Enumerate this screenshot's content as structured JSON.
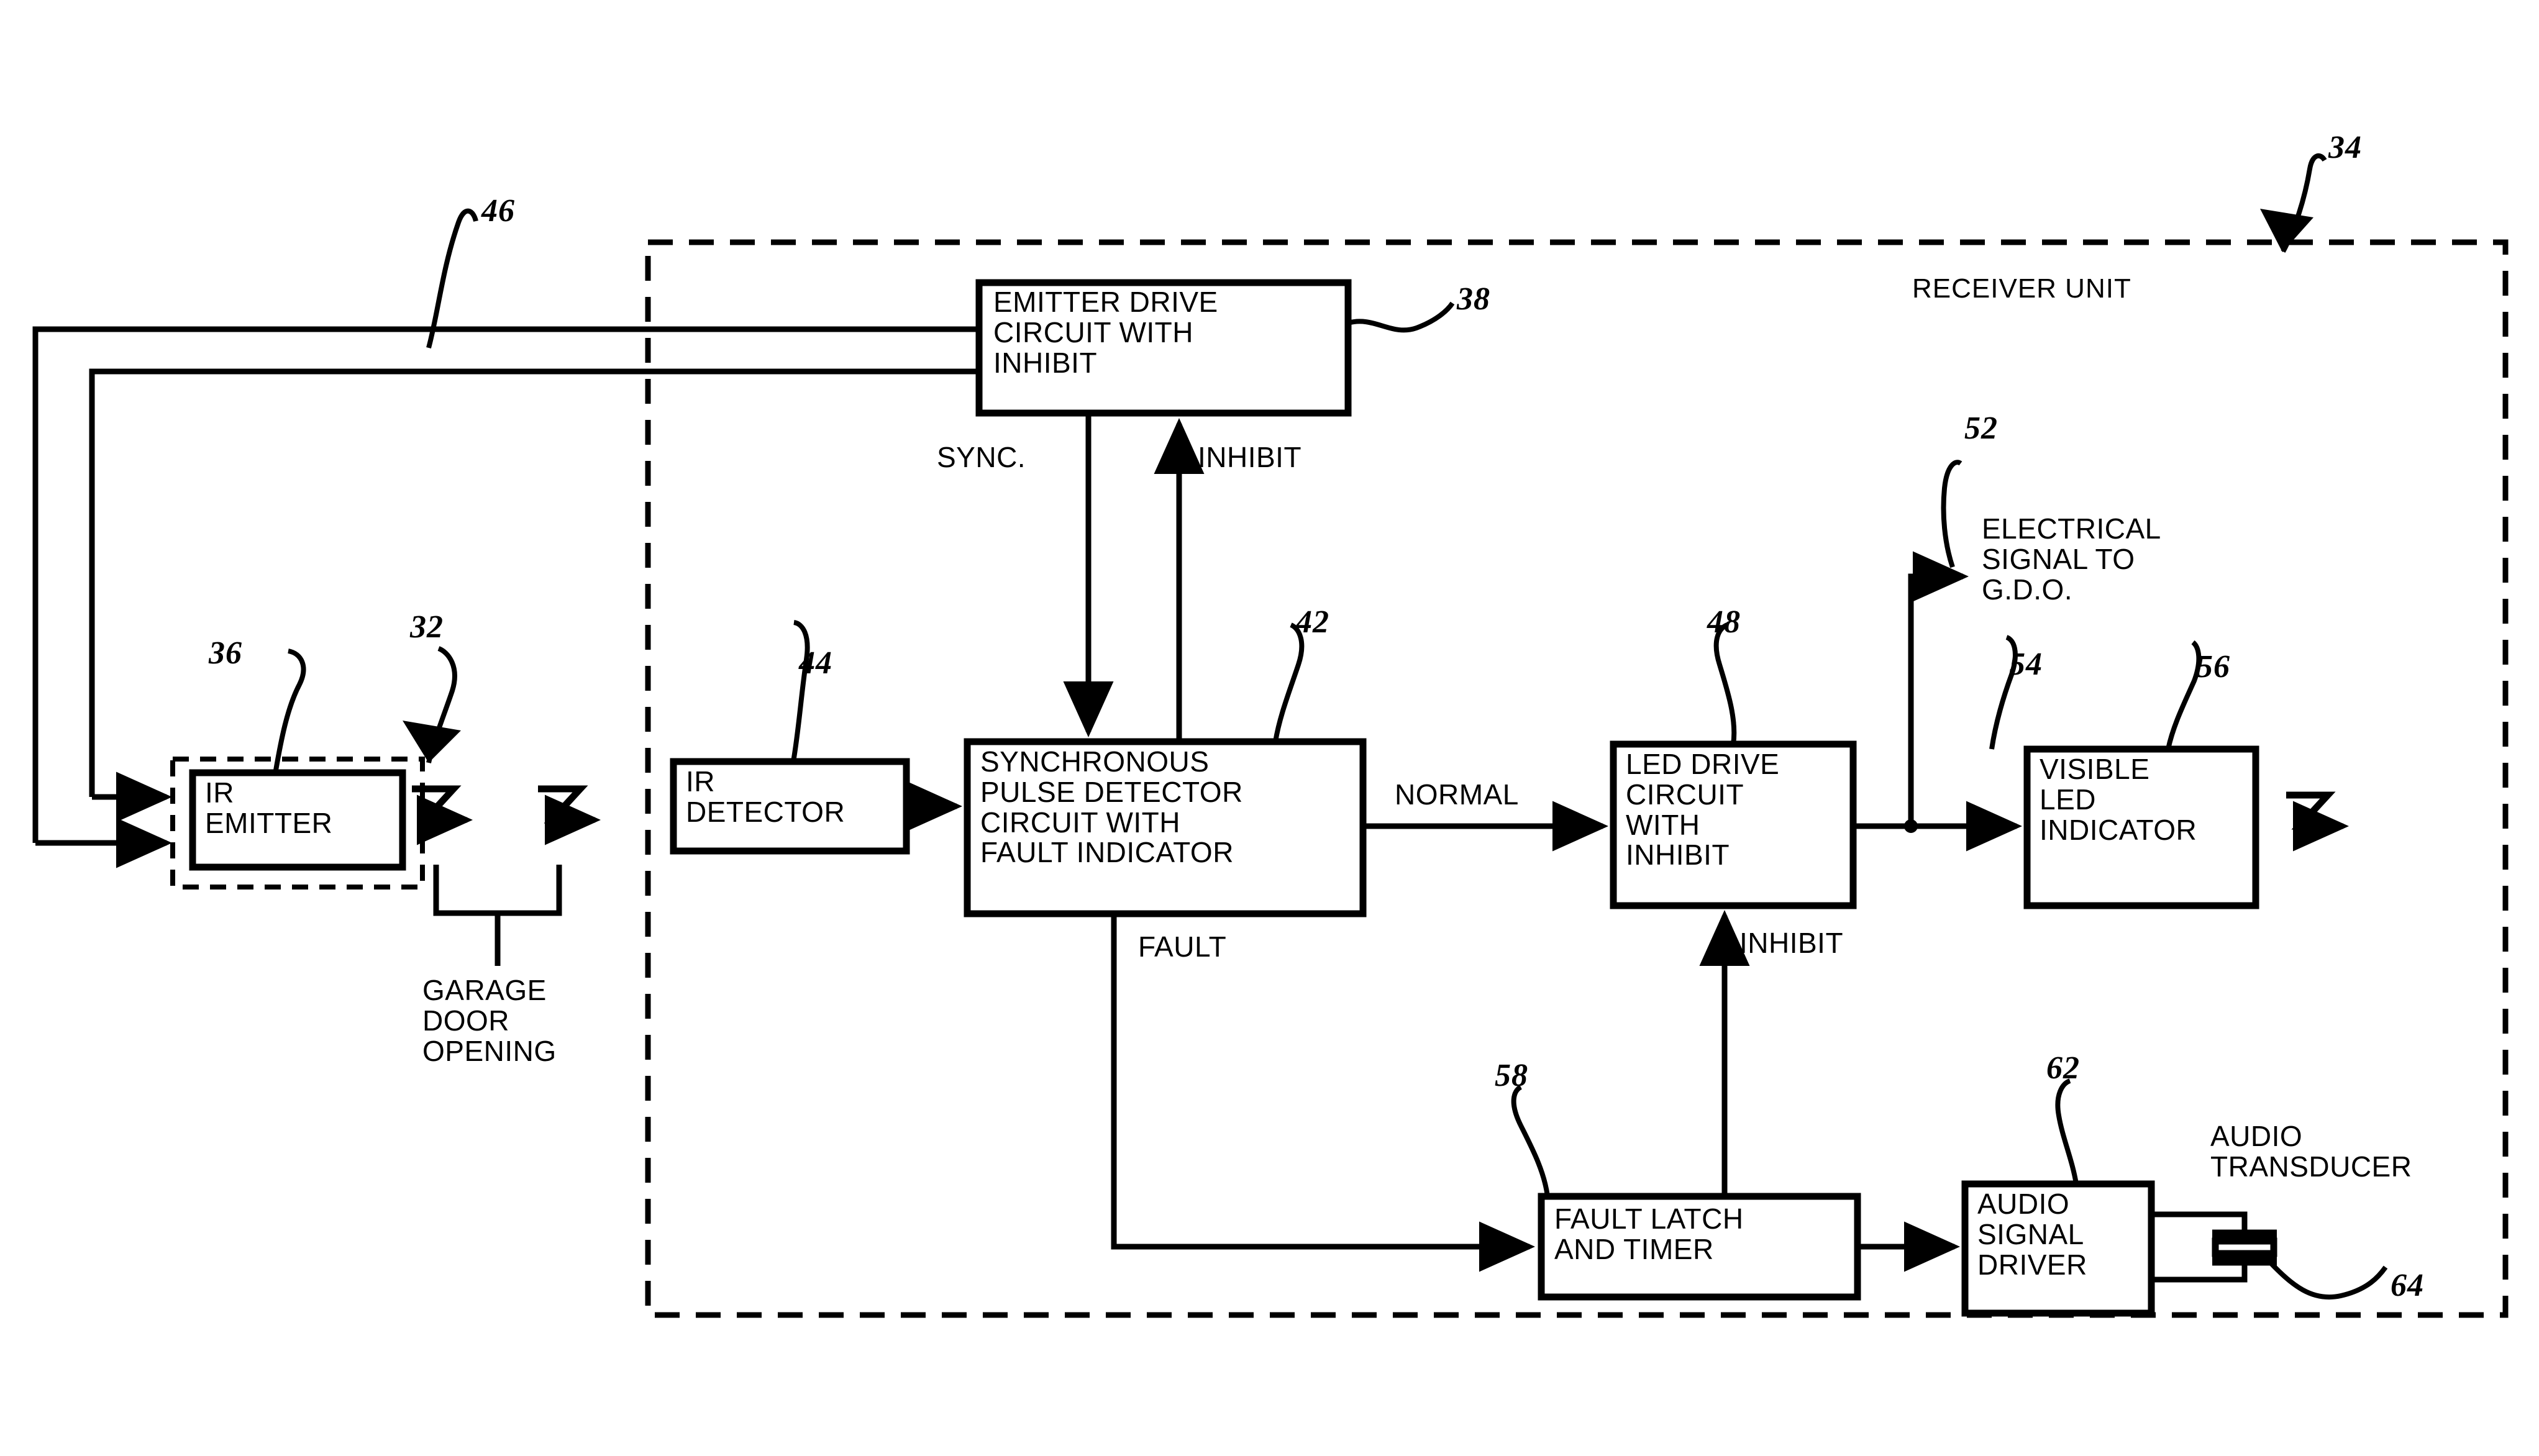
{
  "figure": {
    "kind": "patent-block-diagram",
    "enclosure_label": "RECEIVER UNIT",
    "enclosure_ref": "34"
  },
  "blocks": {
    "emitter_drive": {
      "label": "EMITTER DRIVE\nCIRCUIT WITH\nINHIBIT",
      "ref": "38"
    },
    "ir_emitter": {
      "label": "IR\nEMITTER",
      "ref": "36",
      "group_ref": "32"
    },
    "ir_detector": {
      "label": "IR\nDETECTOR",
      "ref": "44"
    },
    "sync_pulse_detector": {
      "label": "SYNCHRONOUS\nPULSE DETECTOR\nCIRCUIT  WITH\nFAULT INDICATOR",
      "ref": "42"
    },
    "led_drive": {
      "label": "LED DRIVE\nCIRCUIT\nWITH\nINHIBIT",
      "ref": "48"
    },
    "visible_led": {
      "label": "VISIBLE\nLED\nINDICATOR",
      "ref": "56"
    },
    "fault_latch": {
      "label": "FAULT LATCH\nAND TIMER",
      "ref": "58"
    },
    "audio_driver": {
      "label": "AUDIO\nSIGNAL\nDRIVER",
      "ref": "62"
    }
  },
  "signals": {
    "sync": "SYNC.",
    "inhibit_emitter": "INHIBIT",
    "normal": "NORMAL",
    "fault": "FAULT",
    "inhibit_led": "INHIBIT",
    "electrical_signal": "ELECTRICAL\nSIGNAL TO\nG.D.O.",
    "garage_door_opening": "GARAGE\nDOOR\nOPENING",
    "audio_transducer": "AUDIO\nTRANSDUCER"
  },
  "reference_numerals": {
    "cable_46": "46",
    "enclosure_34": "34",
    "emitter_drive_38": "38",
    "emitter_group_32": "32",
    "ir_emitter_36": "36",
    "ir_detector_44": "44",
    "pulse_detector_42": "42",
    "led_drive_48": "48",
    "gdo_signal_52": "52",
    "led_line_54": "54",
    "visible_led_56": "56",
    "fault_latch_58": "58",
    "audio_driver_62": "62",
    "transducer_64": "64"
  },
  "colors": {
    "ink": "#000000",
    "paper": "#ffffff"
  }
}
